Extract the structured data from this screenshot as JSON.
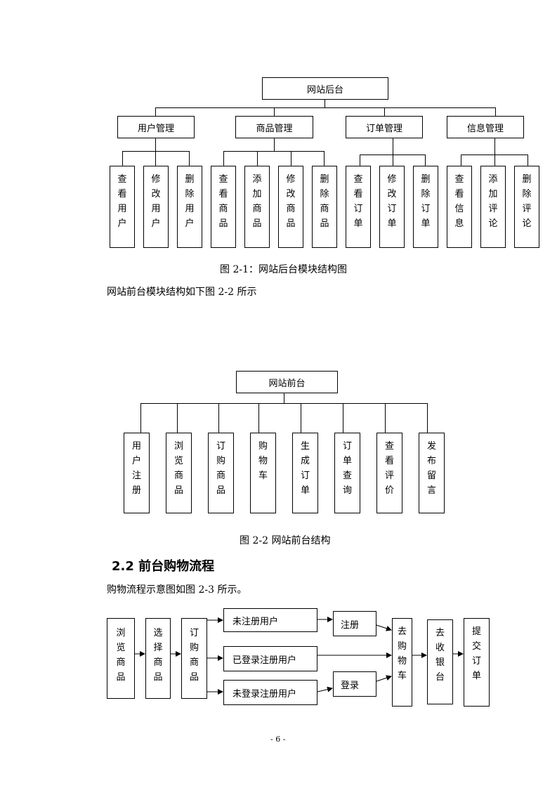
{
  "fig1": {
    "root": "网站后台",
    "groups": [
      {
        "label": "用户管理",
        "children": [
          "查看用户",
          "修改用户",
          "删除用户"
        ]
      },
      {
        "label": "商品管理",
        "children": [
          "查看商品",
          "添加商品",
          "修改商品",
          "删除商品"
        ]
      },
      {
        "label": "订单管理",
        "children": [
          "查看订单",
          "修改订单",
          "删除订单"
        ]
      },
      {
        "label": "信息管理",
        "children": [
          "查看信息",
          "添加评论",
          "删除评论"
        ]
      }
    ],
    "caption": "图 2-1：网站后台模块结构图"
  },
  "para1": "网站前台模块结构如下图 2-2 所示",
  "fig2": {
    "root": "网站前台",
    "children": [
      "用户注册",
      "浏览商品",
      "订购商品",
      "购物车",
      "生成订单",
      "订单查询",
      "查看评价",
      "发布留言"
    ],
    "caption": "图 2-2 网站前台结构"
  },
  "section_heading": "2.2 前台购物流程",
  "para2": "购物流程示意图如图 2-3 所示。",
  "fig3": {
    "step1": "浏览商品",
    "step2": "选择商品",
    "step3": "订购商品",
    "branch_unregistered": "未注册用户",
    "branch_logged_in": "已登录注册用户",
    "branch_not_logged_in": "未登录注册用户",
    "register": "注册",
    "login": "登录",
    "cart": "去购物车",
    "cashier": "去收银台",
    "submit": "提交订单"
  },
  "page_number": "- 6 -"
}
